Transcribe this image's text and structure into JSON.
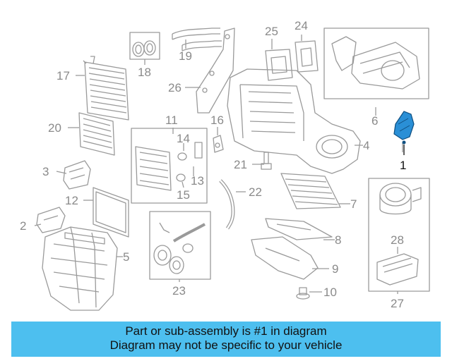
{
  "diagram": {
    "callouts": [
      "1",
      "2",
      "3",
      "4",
      "5",
      "6",
      "7",
      "8",
      "9",
      "10",
      "11",
      "12",
      "13",
      "14",
      "15",
      "16",
      "17",
      "18",
      "19",
      "20",
      "21",
      "22",
      "23",
      "24",
      "25",
      "26",
      "27",
      "28"
    ],
    "highlighted_part": "1",
    "highlight_color": "#2a8fd6",
    "line_color": "#9a9a9a"
  },
  "banner": {
    "line1": "Part or sub-assembly is #1 in diagram",
    "line2": "Diagram may not be specific to your vehicle",
    "background": "#4dbfef"
  }
}
